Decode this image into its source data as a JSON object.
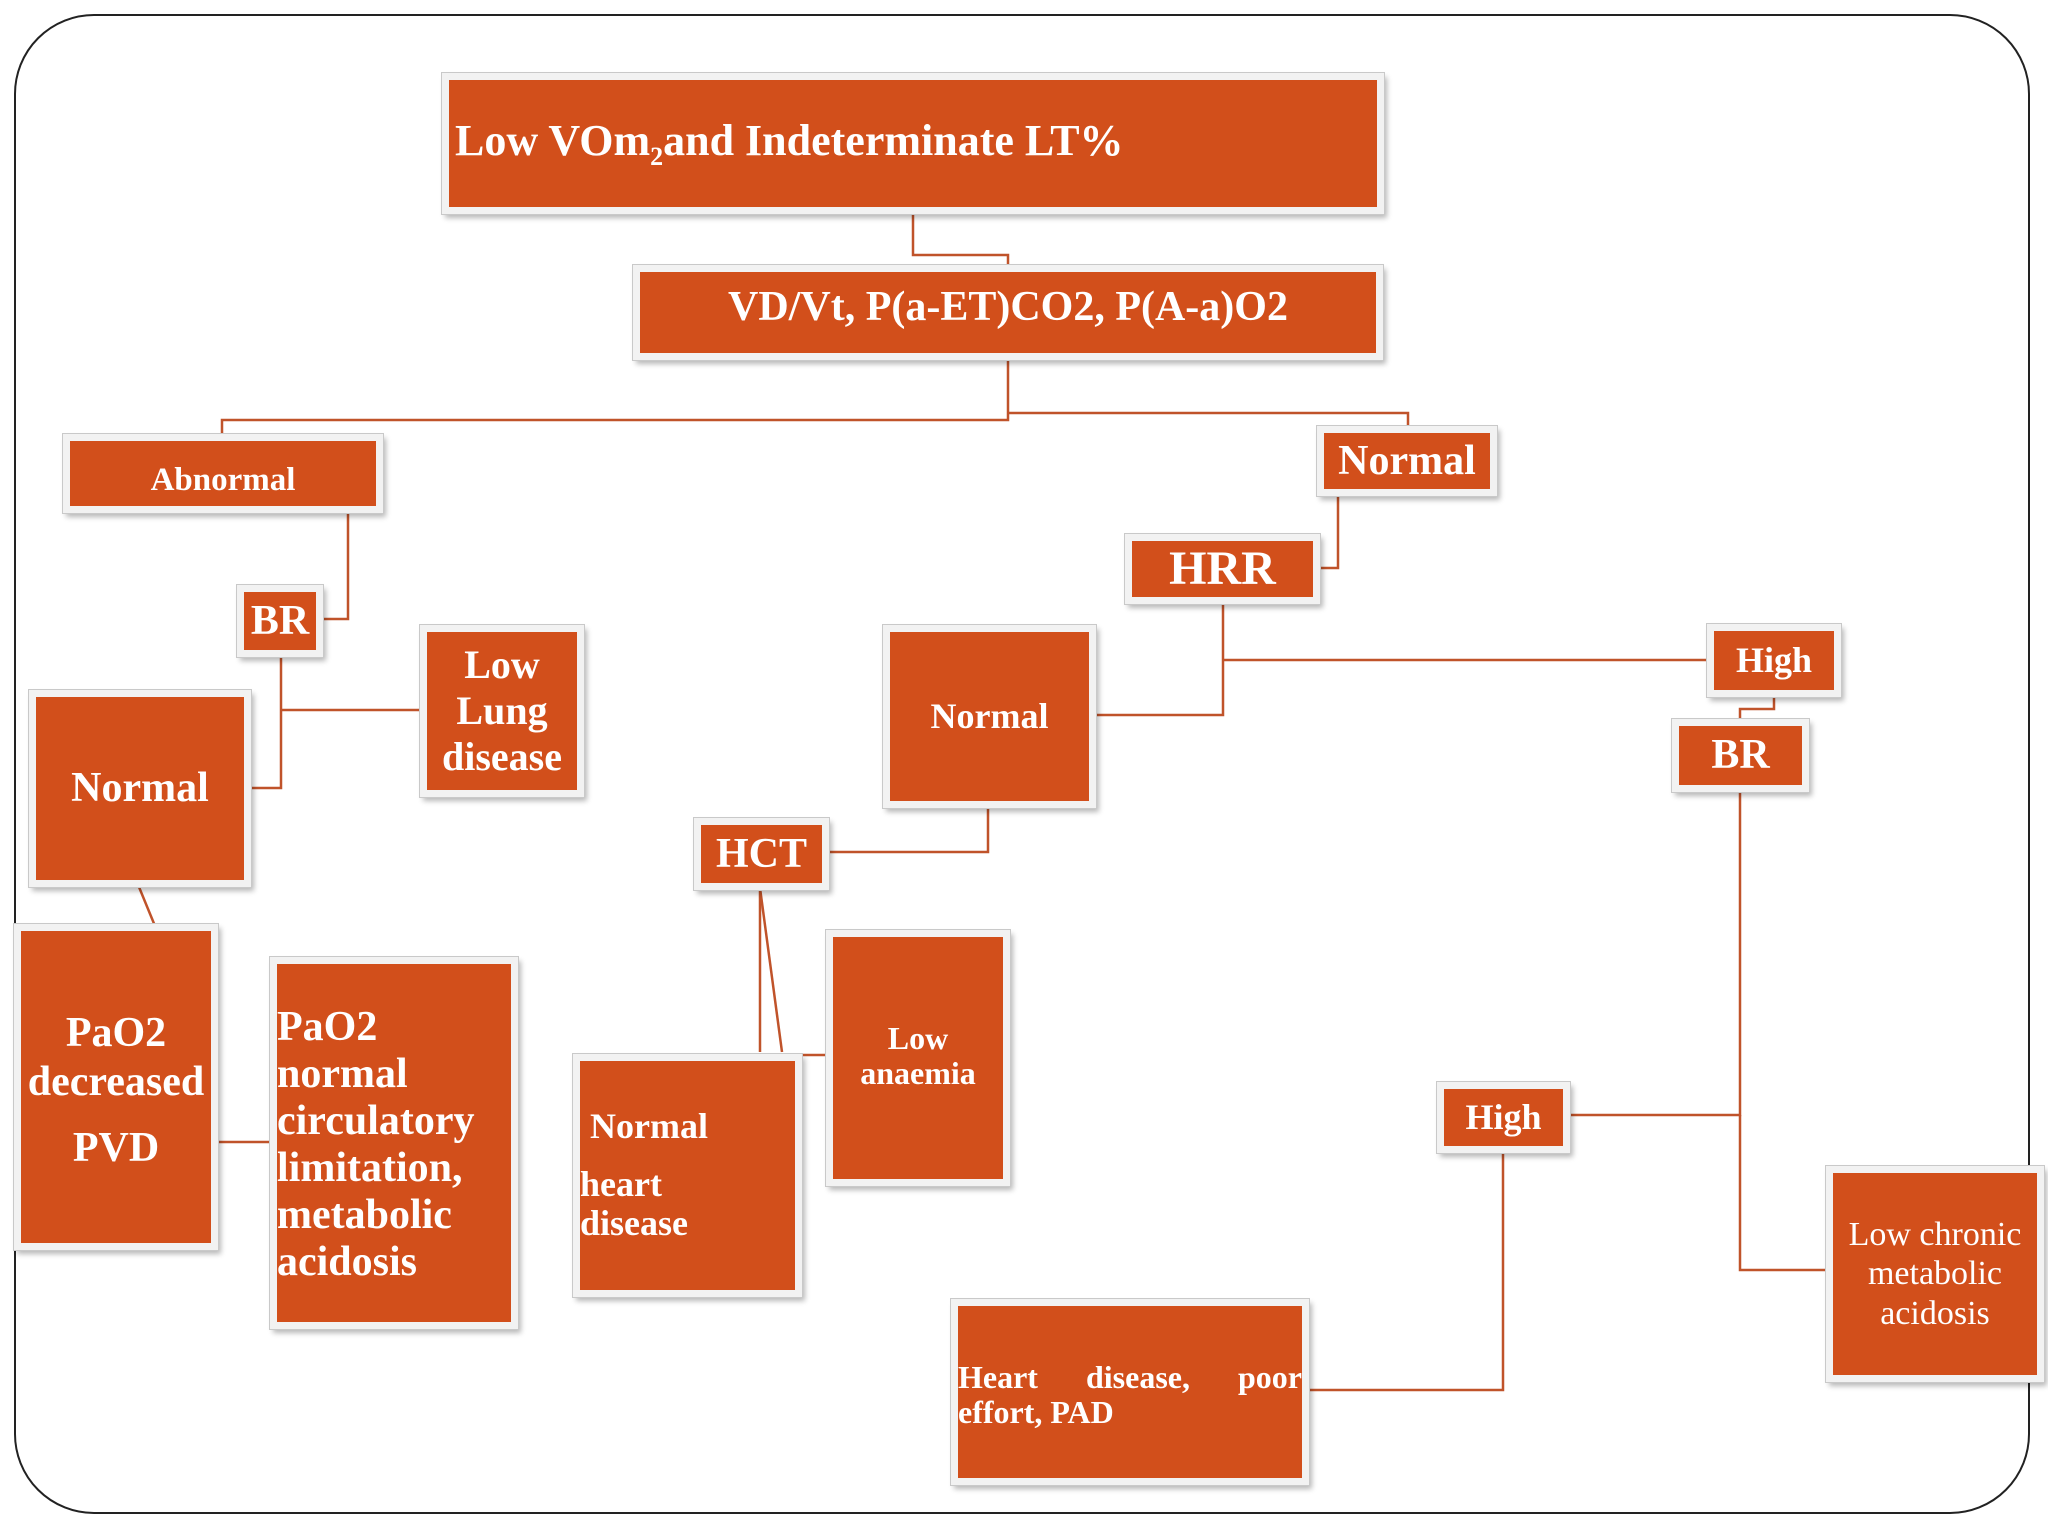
{
  "diagram": {
    "title_prefix": "Low VOm",
    "title_sub": "2",
    "title_suffix": "and Indeterminate  LT%",
    "measures": "VD/Vt, P(a-ET)CO2, P(A-a)O2",
    "abnormal": "Abnormal",
    "normal_top": "Normal",
    "br_left": "BR",
    "low_lung": "Low Lung disease",
    "normal_left": "Normal",
    "pao2_decreased_line1": "PaO2",
    "pao2_decreased_line2": "decreased",
    "pao2_decreased_line3": "PVD",
    "pao2_normal": "PaO2 normal circulatory limitation, metabolic acidosis",
    "hrr": "HRR",
    "normal_mid": "Normal",
    "hct": "HCT",
    "low_anaemia": "Low anaemia",
    "normal_heart_line1": "Normal",
    "normal_heart_line2": "heart disease",
    "high_right": "High",
    "br_right": "BR",
    "high_lower": "High",
    "heart_poor": "Heart    disease,    poor effort, PAD",
    "low_chronic": "Low chronic metabolic acidosis"
  },
  "colors": {
    "node_fill": "#d24f1b",
    "connector": "#c0532a",
    "node_text": "#ffffff"
  }
}
